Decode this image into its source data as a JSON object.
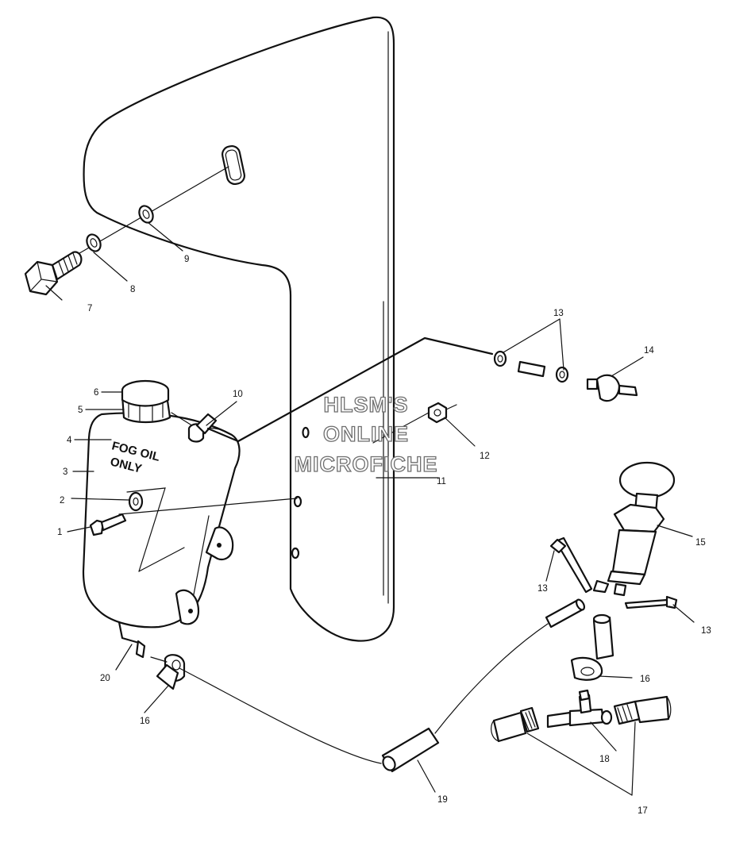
{
  "watermark": {
    "line1": "HLSM'S",
    "line2": "ONLINE",
    "line3": "MICROFICHE"
  },
  "decal": {
    "line1": "FOG OIL",
    "line2": "ONLY"
  },
  "callouts": {
    "c1": "1",
    "c2": "2",
    "c3": "3",
    "c4": "4",
    "c5": "5",
    "c6": "6",
    "c7": "7",
    "c8": "8",
    "c9": "9",
    "c10": "10",
    "c11": "11",
    "c12": "12",
    "c13a": "13",
    "c13b": "13",
    "c13c": "13",
    "c14": "14",
    "c15": "15",
    "c16a": "16",
    "c16b": "16",
    "c17": "17",
    "c18": "18",
    "c19": "19",
    "c20": "20"
  }
}
